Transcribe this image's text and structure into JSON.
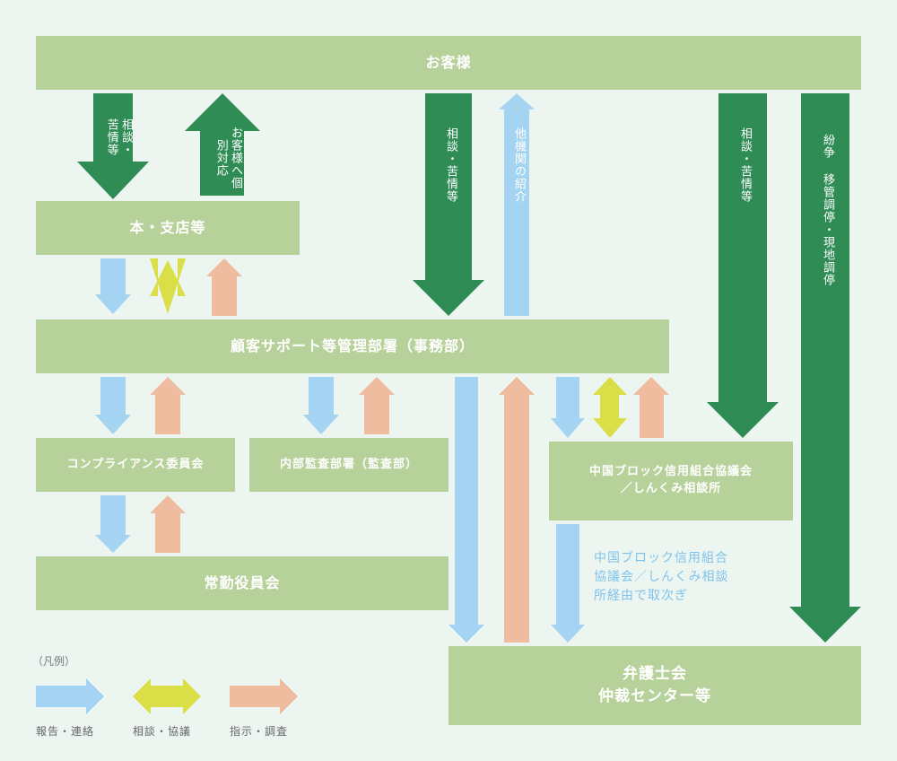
{
  "nodes": {
    "customer": "お客様",
    "branch": "本・支店等",
    "support": "顧客サポート等管理部署（事務部）",
    "compliance": "コンプライアンス委員会",
    "audit": "内部監査部署（監査部）",
    "executive": "常勤役員会",
    "shinkumi_line1": "中国ブロック信用組合協議会",
    "shinkumi_line2": "／しんくみ相談所",
    "bar_line1": "弁護士会",
    "bar_line2": "仲裁センター等"
  },
  "arrow_labels": {
    "cust_to_branch": "相談・苦情等",
    "branch_to_cust": "お客様へ個別対応",
    "cust_to_support": "相談・苦情等",
    "support_to_cust": "他機関の紹介",
    "cust_to_shinkumi": "相談・苦情等",
    "cust_to_bar": "紛争 移管調停・現地調停"
  },
  "note": {
    "line1": "中国ブロック信用組合",
    "line2": "協議会／しんくみ相談",
    "line3": "所経由で取次ぎ"
  },
  "legend": {
    "title": "（凡例）",
    "items": [
      {
        "label": "報告・連絡",
        "color": "#a5d4f2"
      },
      {
        "label": "相談・協議",
        "color": "#dbdf47"
      },
      {
        "label": "指示・調査",
        "color": "#f0bca0"
      }
    ]
  },
  "colors": {
    "box": "#b7d19a",
    "dark_green_arrow": "#2f8c55",
    "blue_arrow": "#a5d4f2",
    "yellow_arrow": "#dbdf47",
    "salmon_arrow": "#f0bca0",
    "background": "#edf5f1"
  }
}
